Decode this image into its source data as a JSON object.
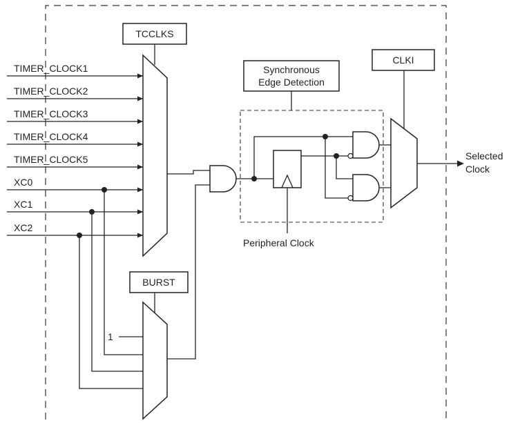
{
  "inputs": {
    "timer_clock1": "TIMER_CLOCK1",
    "timer_clock2": "TIMER_CLOCK2",
    "timer_clock3": "TIMER_CLOCK3",
    "timer_clock4": "TIMER_CLOCK4",
    "timer_clock5": "TIMER_CLOCK5",
    "xc0": "XC0",
    "xc1": "XC1",
    "xc2": "XC2",
    "burst_const": "1"
  },
  "controls": {
    "tcclks": "TCCLKS",
    "burst": "BURST",
    "clki": "CLKI"
  },
  "edge_detection": {
    "line1": "Synchronous",
    "line2": "Edge Detection"
  },
  "peripheral_clock": "Peripheral Clock",
  "output": {
    "line1": "Selected",
    "line2": "Clock"
  }
}
